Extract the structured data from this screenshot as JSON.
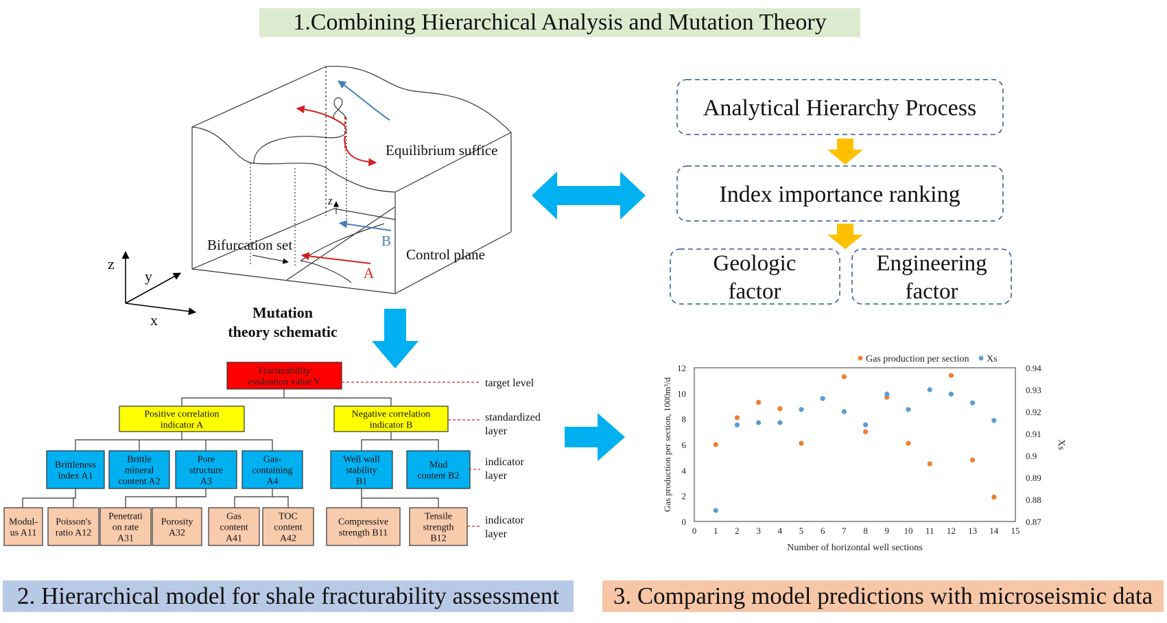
{
  "banners": {
    "section1": "1.Combining Hierarchical Analysis and Mutation Theory",
    "section2": "2. Hierarchical model for shale fracturability assessment",
    "section3": "3. Comparing model predictions with microseismic data"
  },
  "schematic": {
    "equilibrium": "Equilibrium suffice",
    "bifurcation": "Bifurcation set",
    "control_plane": "Control plane",
    "point_a": "A",
    "point_b": "B",
    "axis_z": "z",
    "axis_y": "y",
    "axis_x": "x",
    "axis_z_small": "z",
    "caption_line1": "Mutation",
    "caption_line2": "theory schematic"
  },
  "ahp": {
    "step1": "Analytical Hierarchy Process",
    "step2": "Index importance ranking",
    "geologic_line1": "Geologic",
    "geologic_line2": "factor",
    "engineering_line1": "Engineering",
    "engineering_line2": "factor"
  },
  "hierarchy": {
    "target": [
      "Fracturability",
      "evaluation value Y"
    ],
    "positive": [
      "Positive correlation",
      "indicator A"
    ],
    "negative": [
      "Negative correlation",
      "indicator B"
    ],
    "level3": [
      [
        "Brittleness",
        "index A1"
      ],
      [
        "Brittle",
        "mineral",
        "content A2"
      ],
      [
        "Pore",
        "structure",
        "A3"
      ],
      [
        "Gas-",
        "containing",
        "A4"
      ],
      [
        "Well wall",
        "stability",
        "B1"
      ],
      [
        "Mud",
        "content B2"
      ]
    ],
    "level4": [
      [
        "Modul-",
        "us A11"
      ],
      [
        "Poisson's",
        "ratio A12"
      ],
      [
        "Penetrati",
        "on rate",
        "A31"
      ],
      [
        "Porosity",
        "A32"
      ],
      [
        "Gas",
        "content",
        "A41"
      ],
      [
        "TOC",
        "content",
        "A42"
      ],
      [
        "Compressive",
        "strength B11"
      ],
      [
        "Tensile",
        "strength",
        "B12"
      ]
    ],
    "level_labels": {
      "target": [
        "target level"
      ],
      "standardized": [
        "standardized",
        "layer"
      ],
      "indicator1": [
        "indicator",
        "layer"
      ],
      "indicator2": [
        "indicator",
        "layer"
      ]
    }
  },
  "colors": {
    "target": "#ff0000",
    "criteria": "#ffff00",
    "indicator": "#00b0f0",
    "sub": "#f8cbad",
    "arrow": "#00b0f0",
    "down_arrow": "#ffc000",
    "gas": "#ed7d31",
    "xs": "#5b9bd5"
  },
  "chart_data": {
    "type": "scatter",
    "xlabel": "Number of horizontal well sections",
    "ylabel": "Gas production per section, 1000m³/d",
    "y2label": "Xs",
    "xlim": [
      0,
      15
    ],
    "ylim": [
      0,
      12
    ],
    "y2lim": [
      0.87,
      0.94
    ],
    "xticks": [
      "0",
      "1",
      "2",
      "3",
      "4",
      "5",
      "6",
      "7",
      "8",
      "9",
      "10",
      "11",
      "12",
      "13",
      "14",
      "15"
    ],
    "yticks": [
      "0",
      "2",
      "4",
      "6",
      "8",
      "10",
      "12"
    ],
    "y2ticks": [
      "0.87",
      "0.88",
      "0.89",
      "0.9",
      "0.91",
      "0.92",
      "0.93",
      "0.94"
    ],
    "legend_position": "top-right",
    "series": [
      {
        "name": "Gas production per section",
        "axis": "left",
        "x": [
          1,
          2,
          3,
          4,
          5,
          6,
          7,
          8,
          9,
          10,
          11,
          12,
          13,
          14
        ],
        "values": [
          6.0,
          8.1,
          9.3,
          8.8,
          6.1,
          9.6,
          11.3,
          7.0,
          9.7,
          6.1,
          4.5,
          11.4,
          4.8,
          1.9
        ]
      },
      {
        "name": "Xs",
        "axis": "right",
        "x": [
          1,
          2,
          3,
          4,
          5,
          6,
          7,
          8,
          9,
          10,
          11,
          12,
          13,
          14
        ],
        "values": [
          0.875,
          0.914,
          0.915,
          0.915,
          0.921,
          0.926,
          0.92,
          0.914,
          0.928,
          0.921,
          0.93,
          0.928,
          0.924,
          0.916
        ]
      }
    ]
  }
}
